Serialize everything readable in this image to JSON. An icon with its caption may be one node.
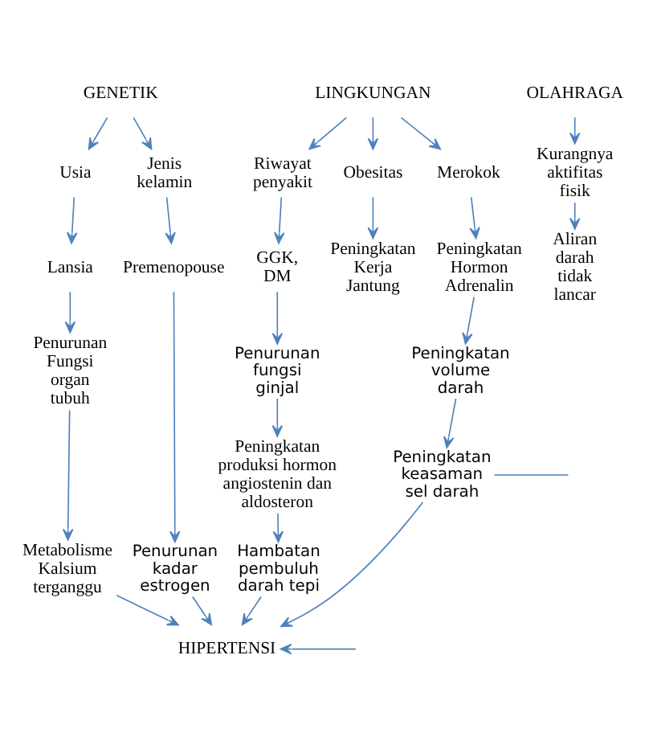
{
  "diagram": {
    "nodes": [
      {
        "text": [
          "GENETIK"
        ]
      },
      {
        "text": [
          "LINGKUNGAN"
        ]
      },
      {
        "text": [
          "OLAHRAGA"
        ]
      },
      {
        "text": [
          "Usia"
        ]
      },
      {
        "text": [
          "Jenis kelamin"
        ]
      },
      {
        "text": [
          "Riwayat penyakit"
        ]
      },
      {
        "text": [
          "Obesitas"
        ]
      },
      {
        "text": [
          "Merokok"
        ]
      },
      {
        "text": [
          "Kurangnya aktifitas fisik"
        ]
      },
      {
        "text": [
          "Lansia"
        ]
      },
      {
        "text": [
          "Premenopouse"
        ]
      },
      {
        "text": [
          "GGK, DM"
        ]
      },
      {
        "text": [
          "Peningkatan Kerja Jantung"
        ]
      },
      {
        "text": [
          "Peningkatan Hormon Adrenalin"
        ]
      },
      {
        "text": [
          "Aliran darah tidak lancar"
        ]
      },
      {
        "text": [
          "Penurunan kadar estrogen"
        ]
      },
      {
        "text": [
          "Penurunan fungsi ginjal"
        ]
      },
      {
        "text": [
          "Peningkatan volume darah"
        ]
      },
      {
        "text": [
          "Penurunan Fungsi organ tubuh"
        ]
      },
      {
        "text": [
          "Peningkatan produksi hormon angiostenin dan aldosteron"
        ]
      },
      {
        "text": [
          "Peningkatan keasaman sel darah"
        ]
      },
      {
        "text": [
          "Hambatan pembuluh darah tepi"
        ]
      },
      {
        "text": [
          "Metabolisme Kalsium terganggu"
        ]
      },
      {
        "text": [
          "HIPERTENSI"
        ]
      }
    ],
    "edges": [
      {
        "from": 0,
        "to": 3,
        "arrow": "to"
      },
      {
        "from": 0,
        "to": 4,
        "arrow": "to"
      },
      {
        "from": 1,
        "to": 5,
        "arrow": "to"
      },
      {
        "from": 1,
        "to": 6,
        "arrow": "to"
      },
      {
        "from": 1,
        "to": 7,
        "arrow": "to"
      },
      {
        "from": 2,
        "to": 8,
        "arrow": "to"
      },
      {
        "from": 3,
        "to": 9,
        "arrow": "to"
      },
      {
        "from": 4,
        "to": 10,
        "arrow": "to"
      },
      {
        "from": 5,
        "to": 11,
        "arrow": "to"
      },
      {
        "from": 6,
        "to": 12,
        "arrow": "to"
      },
      {
        "from": 7,
        "to": 13,
        "arrow": "to"
      },
      {
        "from": 8,
        "to": 14,
        "arrow": "to"
      },
      {
        "from": 9,
        "to": 18,
        "arrow": "to"
      },
      {
        "from": 10,
        "to": 15,
        "arrow": "to"
      },
      {
        "from": 11,
        "to": 16,
        "arrow": "to"
      },
      {
        "from": 13,
        "to": 17,
        "arrow": "to"
      },
      {
        "from": 16,
        "to": 19,
        "arrow": "to"
      },
      {
        "from": 17,
        "to": 20,
        "arrow": "to"
      },
      {
        "from": 18,
        "to": 22,
        "arrow": "to"
      },
      {
        "from": 19,
        "to": 21,
        "arrow": "to"
      },
      {
        "from": 15,
        "to": 23,
        "arrow": "to"
      },
      {
        "from": 21,
        "to": 23,
        "arrow": "to"
      },
      {
        "from": 20,
        "to": 23,
        "arrow": "to"
      },
      {
        "from": 22,
        "to": 23,
        "arrow": "to"
      },
      {
        "from": 20,
        "to": null,
        "arrow": "none"
      },
      {
        "from": null,
        "to": 23,
        "arrow": "to"
      }
    ]
  }
}
